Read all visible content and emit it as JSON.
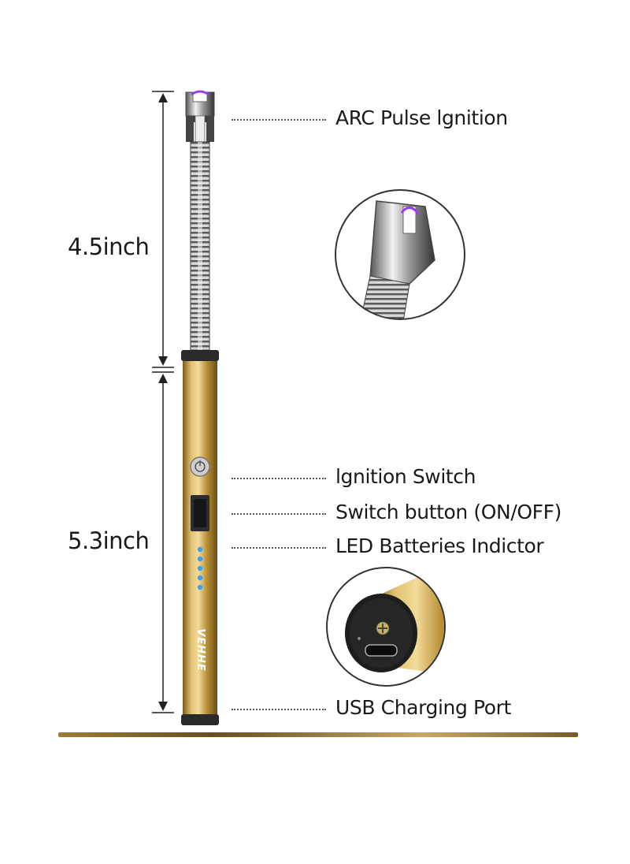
{
  "dimensions": {
    "upper": "4.5inch",
    "lower": "5.3inch"
  },
  "callouts": {
    "arc": "ARC Pulse lgnition",
    "ignition_switch": "lgnition Switch",
    "switch_button": "Switch button (ON/OFF)",
    "led": "LED Batteries Indictor",
    "usb": "USB Charging Port"
  },
  "brand": "VEHHE",
  "colors": {
    "gold": "#c9a24a",
    "gold_dark": "#8a6a24",
    "arc": "#9b3cf0",
    "led": "#3aa0ff",
    "text": "#1a1a1a"
  }
}
